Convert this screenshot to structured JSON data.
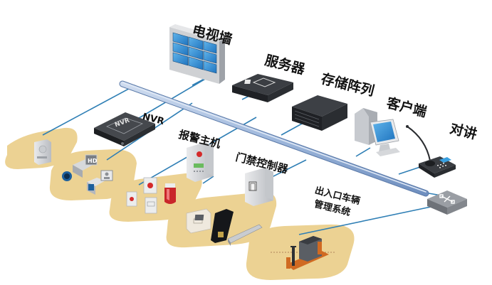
{
  "diagram": {
    "title": "安防系统拓扑图",
    "labels": {
      "video_wall": "电视墙",
      "server": "服务器",
      "storage_array": "存储阵列",
      "client": "客户端",
      "intercom": "对讲",
      "nvr": "NVR",
      "nvr_device_text": "NVR",
      "alarm_host": "报警主机",
      "access_controller": "门禁控制器",
      "parking_line1": "出入口车辆",
      "parking_line2": "管理系统",
      "camera_badge": "HD"
    },
    "colors": {
      "bus": "#9fb8dc",
      "bus_edge": "#6f8fbf",
      "link": "#2f7fb5",
      "zone_fill": "#ecd293",
      "device_dark": "#2e3034",
      "screen_blue": "#2f8fd6",
      "alarm_red": "#d42a2a"
    },
    "nodes": [
      {
        "id": "video_wall",
        "type": "display-wall"
      },
      {
        "id": "server",
        "type": "server"
      },
      {
        "id": "storage_array",
        "type": "storage"
      },
      {
        "id": "client",
        "type": "workstation"
      },
      {
        "id": "intercom",
        "type": "intercom-console"
      },
      {
        "id": "network_switch",
        "type": "switch"
      },
      {
        "id": "nvr",
        "type": "recorder"
      },
      {
        "id": "alarm_host",
        "type": "alarm-panel"
      },
      {
        "id": "access_controller",
        "type": "controller"
      }
    ],
    "zones": [
      {
        "id": "door_intercom_zone",
        "devices": [
          "door-station"
        ]
      },
      {
        "id": "camera_zone",
        "devices": [
          "hd-camera",
          "face-camera"
        ]
      },
      {
        "id": "alarm_zone",
        "devices": [
          "panic-button",
          "emergency-button",
          "sos-button",
          "strobe-siren"
        ]
      },
      {
        "id": "access_zone",
        "devices": [
          "exit-button",
          "fingerprint-reader",
          "magnetic-lock"
        ]
      },
      {
        "id": "parking_zone",
        "devices": [
          "barrier-gate",
          "guard-booth"
        ]
      }
    ]
  }
}
